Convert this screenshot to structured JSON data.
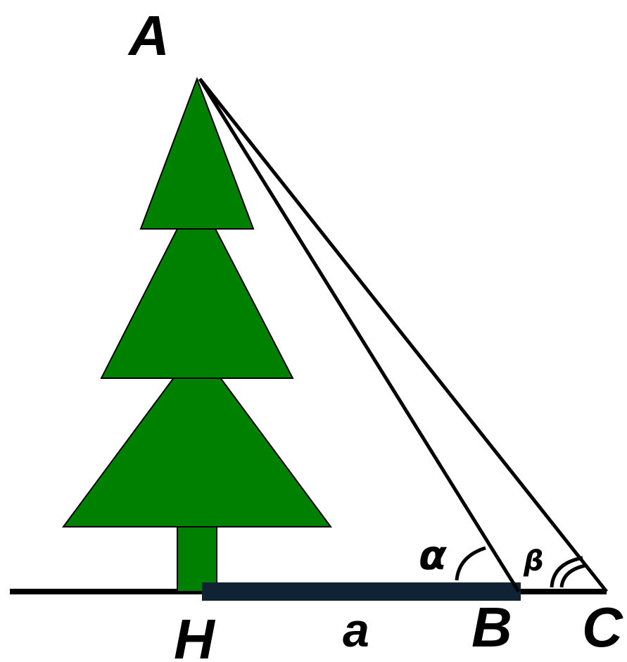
{
  "labels": {
    "A": "A",
    "H": "H",
    "B": "B",
    "C": "C",
    "a": "a",
    "alpha": "α",
    "beta": "β"
  },
  "colors": {
    "tree": "#008000",
    "segment_a": "#0f2335",
    "lines": "#000000",
    "background": "#ffffff"
  }
}
